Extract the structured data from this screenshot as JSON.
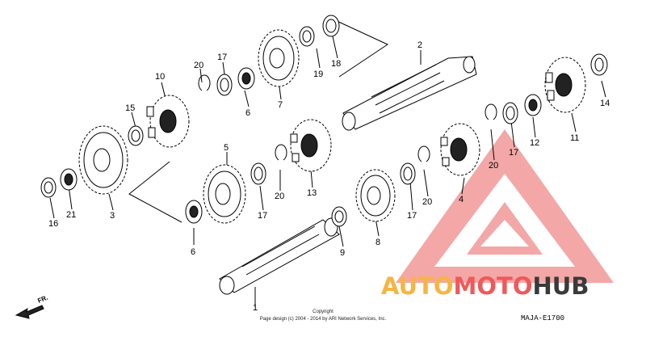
{
  "callouts": [
    "1",
    "2",
    "3",
    "4",
    "5",
    "6",
    "6",
    "7",
    "8",
    "9",
    "10",
    "11",
    "12",
    "13",
    "14",
    "15",
    "16",
    "17",
    "17",
    "17",
    "17",
    "18",
    "19",
    "20",
    "20",
    "20",
    "20",
    "21"
  ],
  "direction_label": "FR.",
  "copyright": {
    "line1": "Copyright",
    "line2": "Page design (c) 2004 - 2014 by ARI Network Services, Inc."
  },
  "diagram_code": "MAJA-E1700",
  "watermark": {
    "part1": "AUTO",
    "part2": "MOTO",
    "part3": "HUB",
    "color_orange": "#f6b541",
    "color_red": "#f0585a",
    "color_dark": "#3a3a3a"
  }
}
